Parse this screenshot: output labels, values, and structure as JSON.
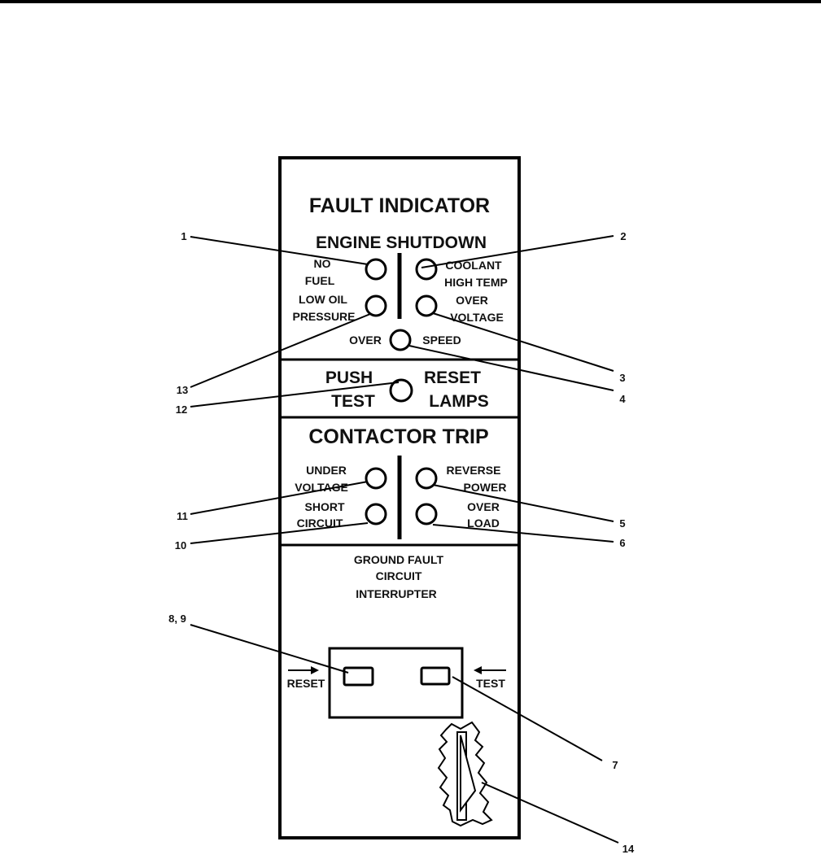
{
  "panel": {
    "title": "FAULT INDICATOR",
    "engine_shutdown": {
      "heading": "ENGINE SHUTDOWN",
      "no_fuel": [
        "NO",
        "FUEL"
      ],
      "coolant_high_temp": [
        "COOLANT",
        "HIGH TEMP"
      ],
      "low_oil_pressure": [
        "LOW OIL",
        "PRESSURE"
      ],
      "over_voltage": [
        "OVER",
        "VOLTAGE"
      ],
      "over_speed": [
        "OVER",
        "SPEED"
      ]
    },
    "push_test": [
      "PUSH",
      "TEST"
    ],
    "reset_lamps": [
      "RESET",
      "LAMPS"
    ],
    "contactor_trip": {
      "heading": "CONTACTOR TRIP",
      "under_voltage": [
        "UNDER",
        "VOLTAGE"
      ],
      "reverse_power": [
        "REVERSE",
        "POWER"
      ],
      "short_circuit": [
        "SHORT",
        "CIRCUIT"
      ],
      "over_load": [
        "OVER",
        "LOAD"
      ]
    },
    "gfci": {
      "lines": [
        "GROUND FAULT",
        "CIRCUIT",
        "INTERRUPTER"
      ],
      "reset": "RESET",
      "test": "TEST"
    }
  },
  "callouts": {
    "c1": "1",
    "c2": "2",
    "c3": "3",
    "c4": "4",
    "c5": "5",
    "c6": "6",
    "c7": "7",
    "c89": "8, 9",
    "c10": "10",
    "c11": "11",
    "c12": "12",
    "c13": "13",
    "c14": "14"
  }
}
